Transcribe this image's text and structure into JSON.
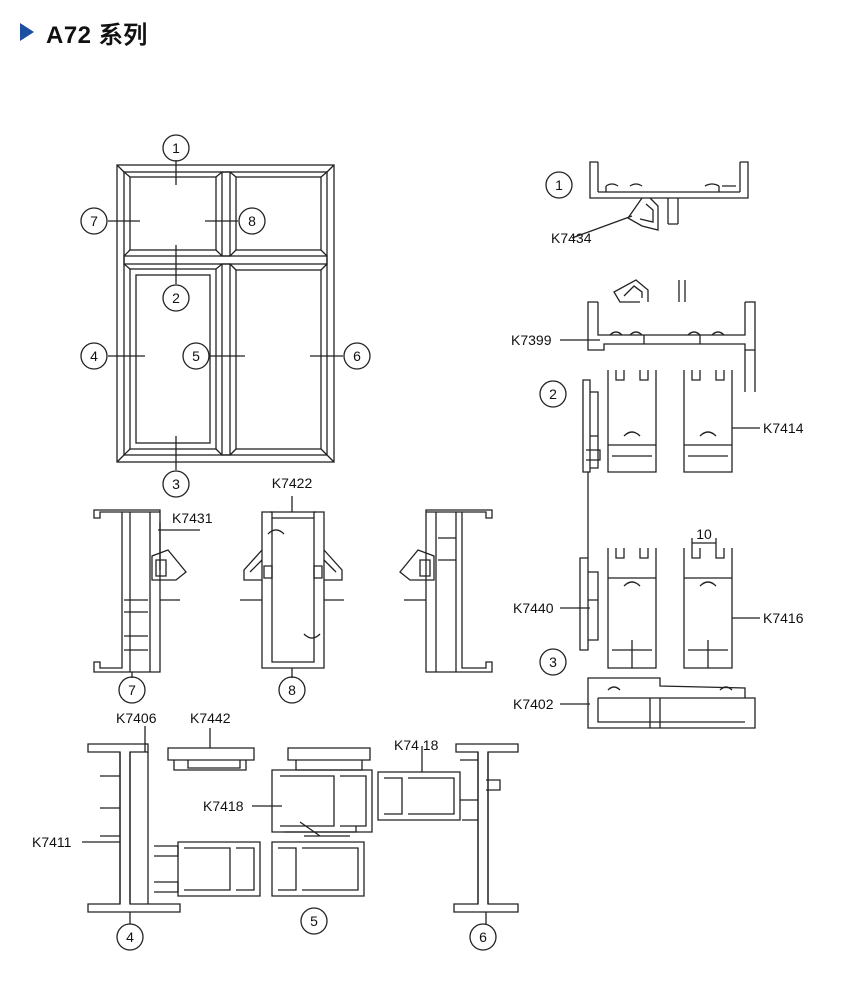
{
  "header": {
    "title": "A72 系列",
    "accent_color": "#1c4fa0",
    "marker_icon": "triangle-right-icon"
  },
  "elevation": {
    "markers": [
      "1",
      "2",
      "3",
      "4",
      "5",
      "6",
      "7",
      "8"
    ]
  },
  "labels": {
    "k7434": "K7434",
    "k7399": "K7399",
    "k7414": "K7414",
    "k7440": "K7440",
    "k7416": "K7416",
    "k7402": "K7402",
    "k7422": "K7422",
    "k7431": "K7431",
    "k7406": "K7406",
    "k7442": "K7442",
    "k7418a": "K74 18",
    "k7418b": "K7418",
    "k7411": "K7411",
    "dim10": "10"
  },
  "section_markers": {
    "s1": "1",
    "s2": "2",
    "s3": "3",
    "s4": "4",
    "s5": "5",
    "s6": "6",
    "s7": "7",
    "s8": "8"
  }
}
